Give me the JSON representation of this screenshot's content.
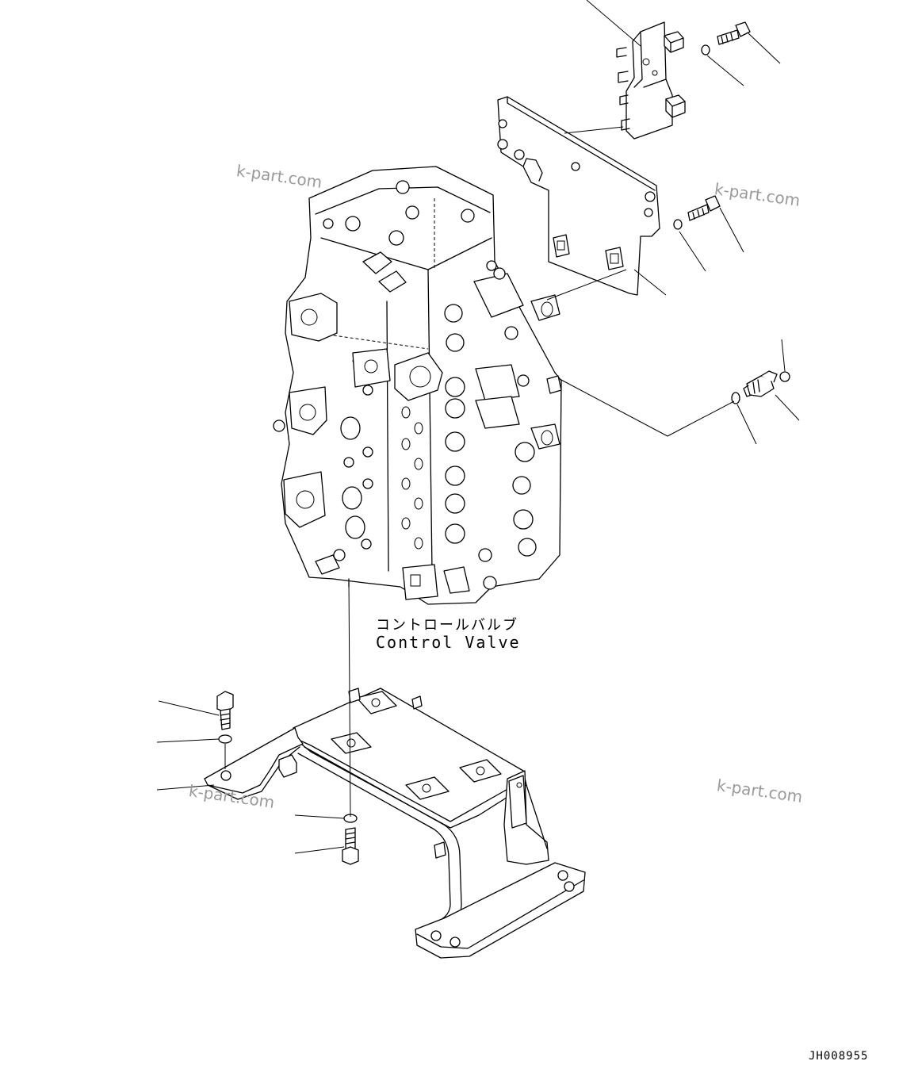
{
  "labels": {
    "part_name_jp": "コントロールバルブ",
    "part_name_en": "Control Valve",
    "drawing_code": "JH008955"
  },
  "watermarks": [
    "k-part.com",
    "k-part.com",
    "k-part.com",
    "k-part.com"
  ]
}
